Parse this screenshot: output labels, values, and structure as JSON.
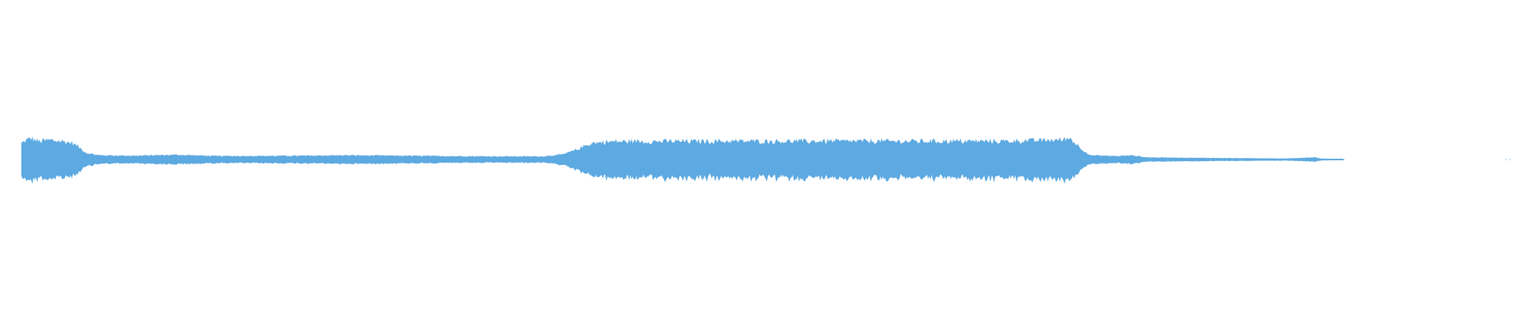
{
  "waveform": {
    "color": "#5DA9E1",
    "background": "#FFFFFF",
    "envelope": [
      {
        "t": 0.0,
        "amp": 0.1
      },
      {
        "t": 0.006,
        "amp": 0.13
      },
      {
        "t": 0.012,
        "amp": 0.11
      },
      {
        "t": 0.02,
        "amp": 0.12
      },
      {
        "t": 0.03,
        "amp": 0.11
      },
      {
        "t": 0.036,
        "amp": 0.1
      },
      {
        "t": 0.04,
        "amp": 0.08
      },
      {
        "t": 0.046,
        "amp": 0.04
      },
      {
        "t": 0.055,
        "amp": 0.025
      },
      {
        "t": 0.08,
        "amp": 0.022
      },
      {
        "t": 0.11,
        "amp": 0.028
      },
      {
        "t": 0.14,
        "amp": 0.02
      },
      {
        "t": 0.2,
        "amp": 0.022
      },
      {
        "t": 0.23,
        "amp": 0.025
      },
      {
        "t": 0.3,
        "amp": 0.02
      },
      {
        "t": 0.34,
        "amp": 0.018
      },
      {
        "t": 0.37,
        "amp": 0.018
      },
      {
        "t": 0.385,
        "amp": 0.03
      },
      {
        "t": 0.395,
        "amp": 0.06
      },
      {
        "t": 0.405,
        "amp": 0.1
      },
      {
        "t": 0.42,
        "amp": 0.11
      },
      {
        "t": 0.5,
        "amp": 0.112
      },
      {
        "t": 0.6,
        "amp": 0.112
      },
      {
        "t": 0.7,
        "amp": 0.112
      },
      {
        "t": 0.74,
        "amp": 0.12
      },
      {
        "t": 0.746,
        "amp": 0.13
      },
      {
        "t": 0.752,
        "amp": 0.08
      },
      {
        "t": 0.76,
        "amp": 0.025
      },
      {
        "t": 0.78,
        "amp": 0.02
      },
      {
        "t": 0.79,
        "amp": 0.025
      },
      {
        "t": 0.8,
        "amp": 0.012
      },
      {
        "t": 0.85,
        "amp": 0.008
      },
      {
        "t": 0.9,
        "amp": 0.005
      },
      {
        "t": 0.92,
        "amp": 0.012
      },
      {
        "t": 0.925,
        "amp": 0.004
      },
      {
        "t": 0.94,
        "amp": 0.003
      },
      {
        "t": 0.941,
        "amp": 0.0
      },
      {
        "t": 1.0,
        "amp": 0.0
      }
    ]
  }
}
